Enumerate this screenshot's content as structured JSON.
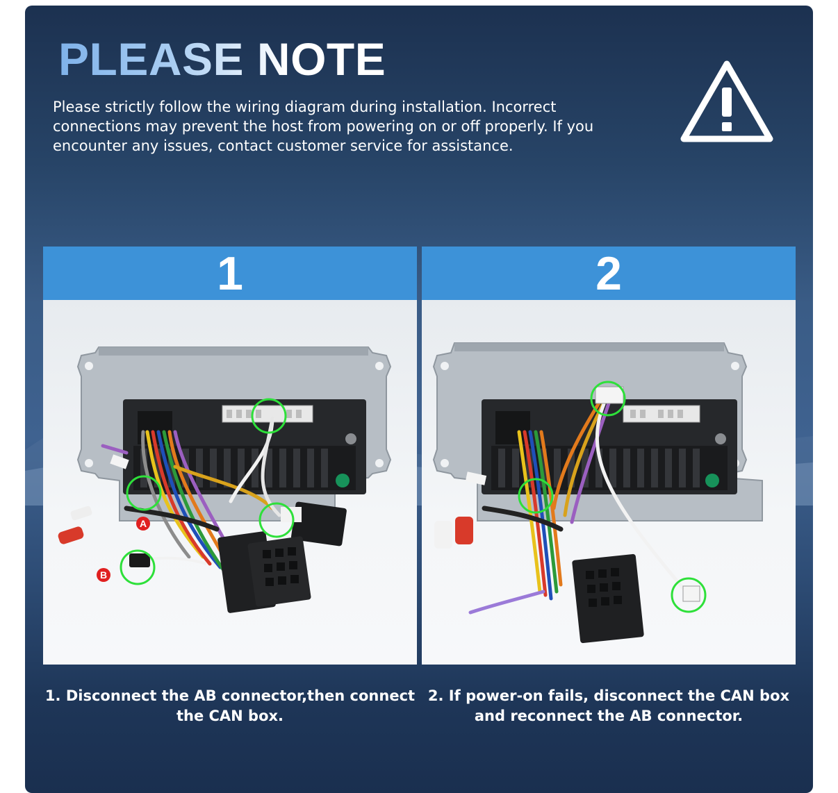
{
  "header": {
    "title": "PLEASE NOTE",
    "description": "Please strictly follow the wiring diagram during installation. Incorrect connections may prevent the host from powering on or off properly. If you encounter any issues, contact customer service for assistance.",
    "icon": "warning-triangle-icon"
  },
  "steps": [
    {
      "number": "1",
      "caption": "1. Disconnect the AB connector,then connect the CAN box.",
      "markers": [
        "A",
        "B"
      ]
    },
    {
      "number": "2",
      "caption": "2. If power-on fails, disconnect the CAN box and reconnect the AB connector."
    }
  ],
  "colors": {
    "accent_blue": "#3d92d8",
    "highlight_circle": "#2ee03a",
    "marker_red": "#e02020"
  }
}
